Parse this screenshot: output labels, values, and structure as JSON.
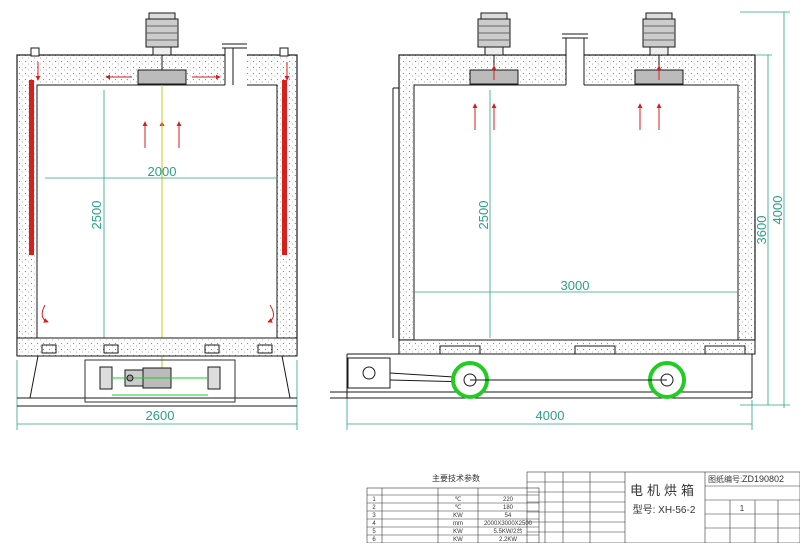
{
  "drawing": {
    "dimensions": {
      "left_inner_width": "2000",
      "left_inner_height": "2500",
      "left_outer_width": "2600",
      "right_inner_width": "3000",
      "right_inner_height": "2500",
      "right_outer_width": "4000",
      "right_height_a": "3600",
      "right_height_b": "4000"
    }
  },
  "title_block": {
    "name": "电机烘箱",
    "model": "型号: XH-56-2",
    "drawing_no_label": "图纸编号:",
    "drawing_no": "ZD190802",
    "sheet": "1"
  },
  "spec_table": {
    "title": "主要技术参数",
    "rows": [
      {
        "no": "1",
        "unit": "℃",
        "value": "220"
      },
      {
        "no": "2",
        "unit": "℃",
        "value": "180"
      },
      {
        "no": "3",
        "unit": "KW",
        "value": "54"
      },
      {
        "no": "4",
        "unit": "mm",
        "value": "2000X3000X2500"
      },
      {
        "no": "5",
        "unit": "KW",
        "value": "5.5KW/2台"
      },
      {
        "no": "6",
        "unit": "KW",
        "value": "2.2KW"
      }
    ]
  },
  "colors": {
    "line": "#1a1a1a",
    "dimension": "#2aa08a",
    "heater": "#d91e1e",
    "arrow": "#d91e1e",
    "wheel": "#22cc22",
    "center_line": "#c8c820"
  }
}
